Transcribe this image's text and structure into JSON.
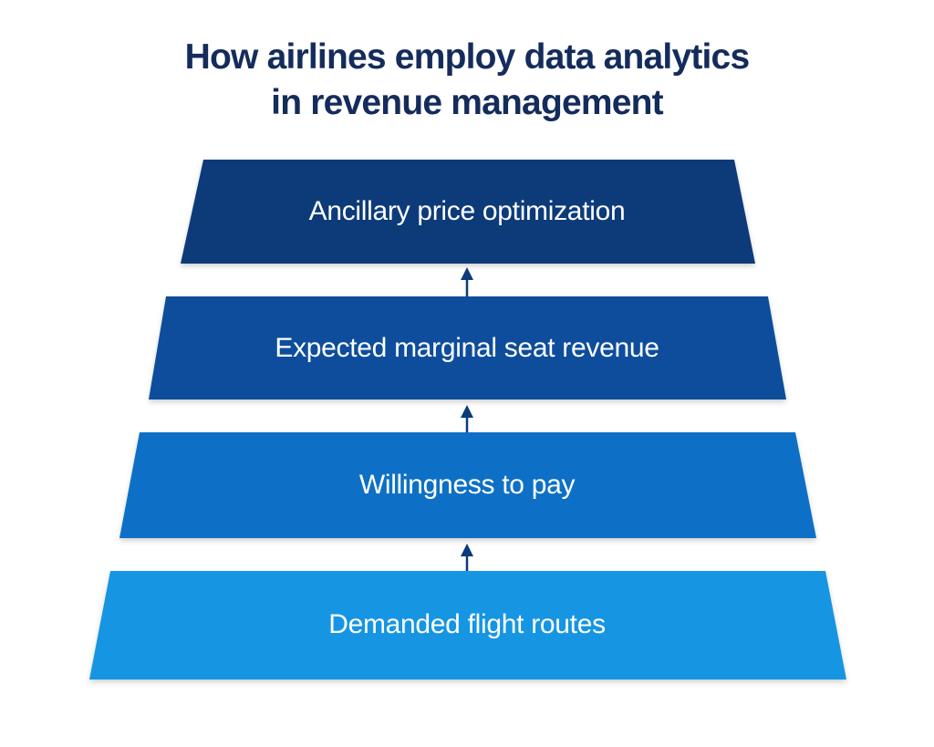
{
  "title": {
    "line1": "How airlines employ data analytics",
    "line2": "in revenue management"
  },
  "tiers": [
    {
      "label": "Ancillary price optimization",
      "color": "#0b3b7a"
    },
    {
      "label": "Expected marginal seat revenue",
      "color": "#0a4d9c"
    },
    {
      "label": "Willingness to pay",
      "color": "#0e6fc6"
    },
    {
      "label": "Demanded flight routes",
      "color": "#1595e3"
    }
  ],
  "arrow_color": "#0b3b7a"
}
